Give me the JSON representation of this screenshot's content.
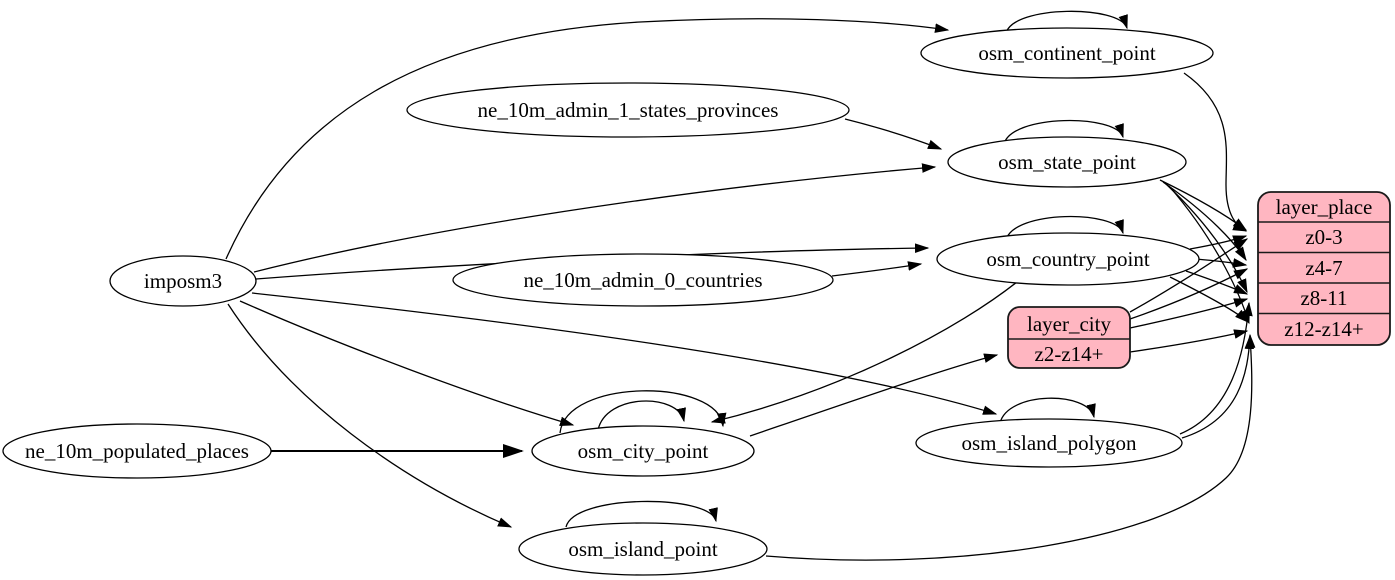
{
  "diagram": {
    "colors": {
      "background": "#ffffff",
      "record_fill": "#ffb6c1",
      "edge_stroke": "#000000"
    },
    "nodes": {
      "imposm3": "imposm3",
      "ne_admin1": "ne_10m_admin_1_states_provinces",
      "ne_admin0": "ne_10m_admin_0_countries",
      "ne_populated": "ne_10m_populated_places",
      "continent": "osm_continent_point",
      "state": "osm_state_point",
      "country": "osm_country_point",
      "city": "osm_city_point",
      "island_polygon": "osm_island_polygon",
      "island_point": "osm_island_point"
    },
    "records": {
      "layer_city": {
        "title": "layer_city",
        "rows": [
          "z2-z14+"
        ]
      },
      "layer_place": {
        "title": "layer_place",
        "rows": [
          "z0-3",
          "z4-7",
          "z8-11",
          "z12-z14+"
        ]
      }
    }
  }
}
